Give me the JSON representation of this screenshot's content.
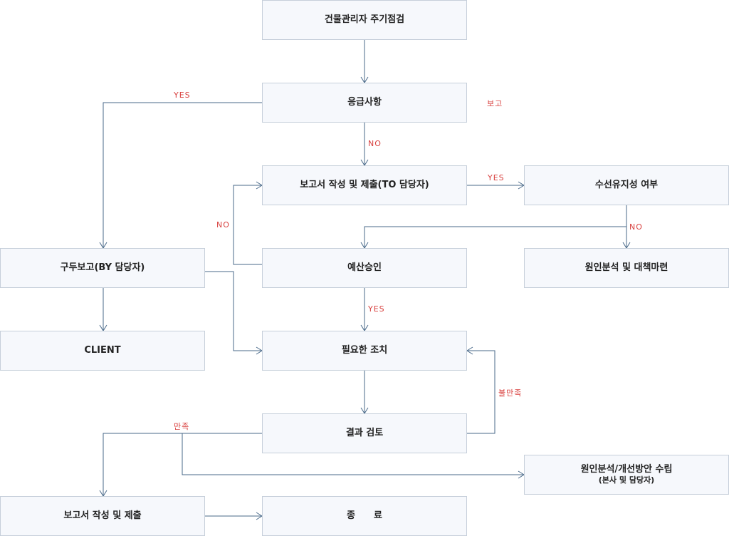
{
  "nodes": {
    "inspection": "건물관리자 주기점검",
    "emergency": "응급사항",
    "report_submit_to": "보고서 작성 및 제출(TO 담당자)",
    "repair_maintain": "수선유지성 여부",
    "verbal_report": "구두보고(BY 담당자)",
    "budget_approval": "예산승인",
    "cause_analysis": "원인분석 및 대책마련",
    "client": "CLIENT",
    "required_action": "필요한 조치",
    "result_review": "결과 검토",
    "cause_improve": "원인분석/개선방안 수립",
    "cause_improve_sub": "(본사 및 담당자)",
    "report_submit": "보고서 작성 및 제출",
    "end": "종　　료"
  },
  "labels": {
    "yes_emergency": "YES",
    "report": "보고",
    "no_emergency": "NO",
    "yes_repair": "YES",
    "no_budget": "NO",
    "no_repair": "NO",
    "yes_budget": "YES",
    "unsatisfied": "불만족",
    "satisfied": "만족"
  },
  "colors": {
    "box_fill": "#f6f8fc",
    "box_border": "#c6cfda",
    "line": "#4a6a8a",
    "label": "#d8413f"
  }
}
